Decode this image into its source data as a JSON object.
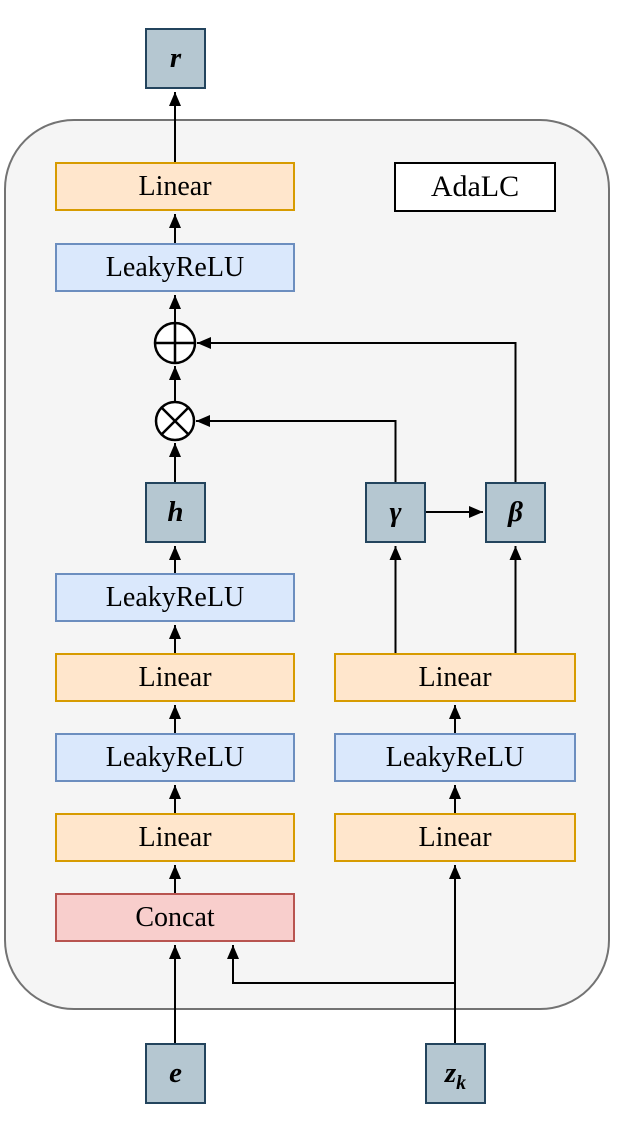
{
  "figure": {
    "title": "AdaLC",
    "output_node": {
      "label": "r"
    },
    "input_nodes": {
      "e_label": "e",
      "z_label": "z",
      "z_subscript": "k"
    },
    "tensor_nodes": {
      "h": "h",
      "gamma": "γ",
      "beta": "β"
    },
    "left_branch": {
      "linear_output": "Linear",
      "leakyrelu_output": "LeakyReLU",
      "leakyrelu_2": "LeakyReLU",
      "linear_2": "Linear",
      "leakyrelu_1": "LeakyReLU",
      "linear_1": "Linear",
      "concat": "Concat"
    },
    "right_branch": {
      "linear_top": "Linear",
      "leakyrelu": "LeakyReLU",
      "linear_bottom": "Linear"
    },
    "operators": {
      "add": "⊕",
      "multiply": "⊗"
    },
    "colors": {
      "linear_fill": "#FFE6CC",
      "linear_stroke": "#D79B00",
      "leakyrelu_fill": "#DAE8FC",
      "leakyrelu_stroke": "#6C8EBF",
      "concat_fill": "#F8CECC",
      "concat_stroke": "#B85450",
      "tensor_fill": "#B5C7D1",
      "tensor_stroke": "#23445D",
      "container_fill": "#F5F5F5",
      "container_stroke": "#737373",
      "edge_color": "#000000"
    }
  }
}
